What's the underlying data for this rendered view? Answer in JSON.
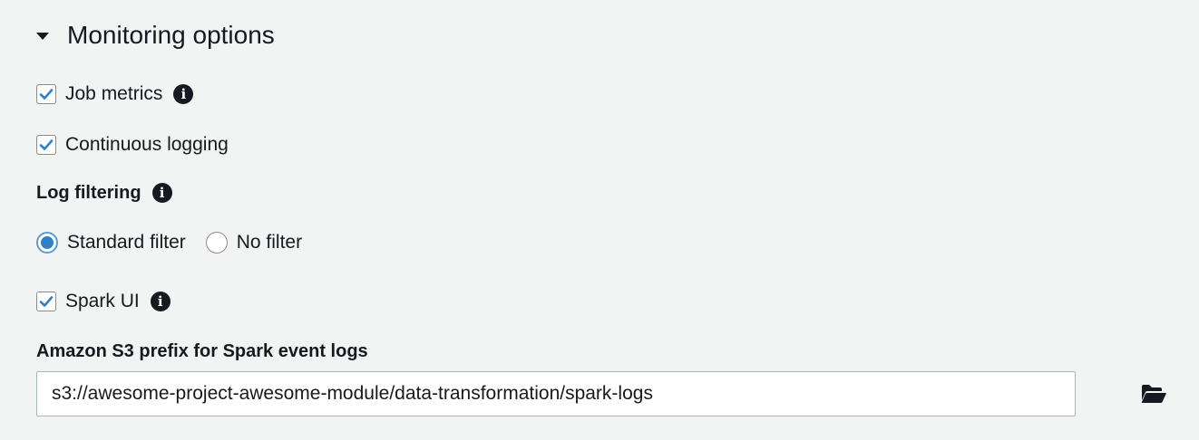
{
  "section": {
    "title": "Monitoring options"
  },
  "options": {
    "job_metrics": {
      "label": "Job metrics",
      "checked": true
    },
    "continuous_logging": {
      "label": "Continuous logging",
      "checked": true
    },
    "spark_ui": {
      "label": "Spark UI",
      "checked": true
    }
  },
  "log_filtering": {
    "label": "Log filtering",
    "options": [
      {
        "label": "Standard filter",
        "selected": true
      },
      {
        "label": "No filter",
        "selected": false
      }
    ]
  },
  "s3_prefix": {
    "label": "Amazon S3 prefix for Spark event logs",
    "value": "s3://awesome-project-awesome-module/data-transformation/spark-logs"
  },
  "icons": {
    "info": "info-icon",
    "folder": "folder-open-icon",
    "caret": "caret-down-icon",
    "check": "check-icon"
  },
  "colors": {
    "background": "#f2f3f3",
    "text": "#16191f",
    "accent": "#2f80c9"
  }
}
